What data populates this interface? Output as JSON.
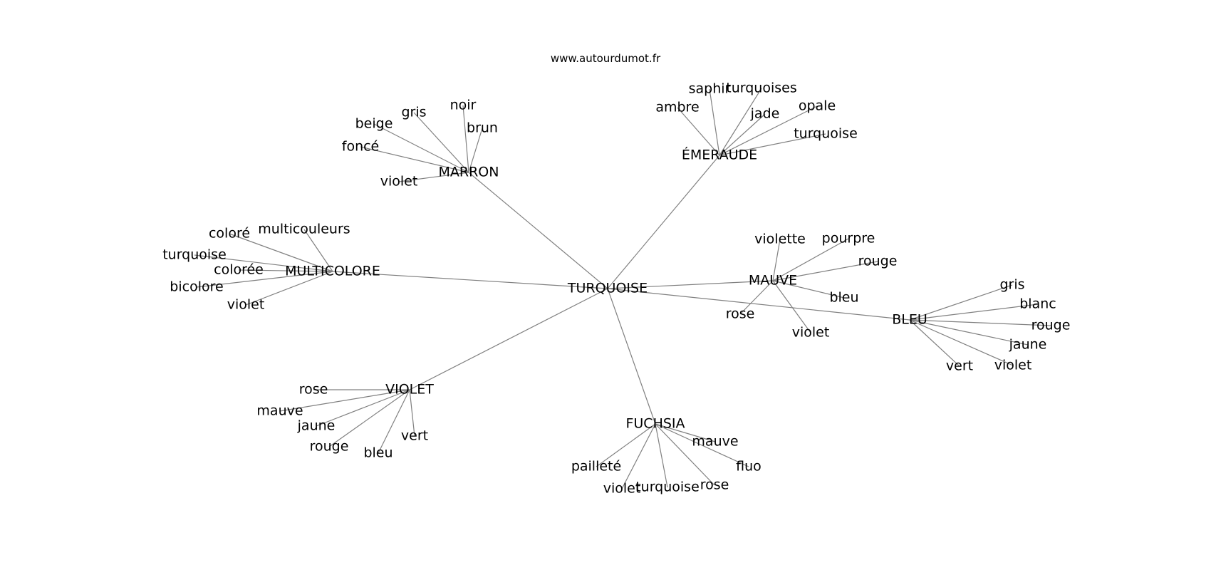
{
  "source": "www.autourdumot.fr",
  "center": "TURQUOISE",
  "hubs": [
    {
      "label": "MARRON",
      "leaves": [
        "noir",
        "gris",
        "beige",
        "brun",
        "foncé",
        "violet"
      ]
    },
    {
      "label": "ÉMERAUDE",
      "leaves": [
        "saphir",
        "turquoises",
        "ambre",
        "jade",
        "opale",
        "turquoise"
      ]
    },
    {
      "label": "MULTICOLORE",
      "leaves": [
        "multicouleurs",
        "coloré",
        "turquoise",
        "colorée",
        "bicolore",
        "violet"
      ]
    },
    {
      "label": "MAUVE",
      "leaves": [
        "violette",
        "pourpre",
        "rouge",
        "bleu",
        "rose",
        "violet"
      ]
    },
    {
      "label": "BLEU",
      "leaves": [
        "gris",
        "blanc",
        "rouge",
        "jaune",
        "violet",
        "vert"
      ]
    },
    {
      "label": "VIOLET",
      "leaves": [
        "rose",
        "mauve",
        "jaune",
        "rouge",
        "bleu",
        "vert"
      ]
    },
    {
      "label": "FUCHSIA",
      "leaves": [
        "mauve",
        "fluo",
        "pailleté",
        "violet",
        "turquoise",
        "rose"
      ]
    }
  ]
}
